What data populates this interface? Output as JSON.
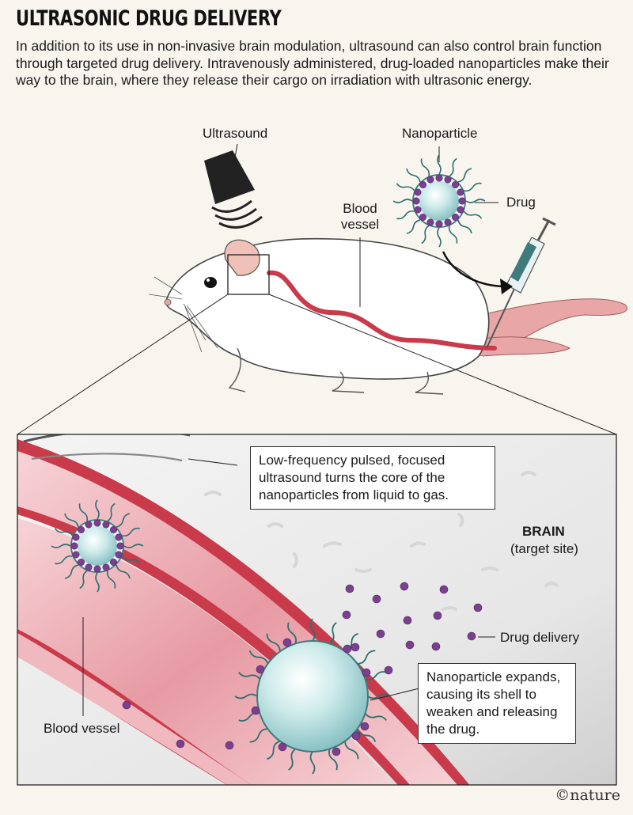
{
  "title": "ULTRASONIC DRUG DELIVERY",
  "intro": "In addition to its use in non-invasive brain modulation, ultrasound can also control brain function through targeted drug delivery. Intravenously administered, drug-loaded nanoparticles make their way to the brain, where they release their cargo on irradiation with ultrasonic energy.",
  "labels": {
    "ultrasound": "Ultrasound",
    "nanoparticle": "Nanoparticle",
    "drug": "Drug",
    "blood_vessel_top_1": "Blood",
    "blood_vessel_top_2": "vessel",
    "brain": "BRAIN",
    "target_site": "(target site)",
    "drug_delivery": "Drug delivery",
    "blood_vessel_bottom": "Blood vessel"
  },
  "callouts": {
    "ultrasound_core": "Low-frequency pulsed, focused ultrasound turns the core of the nanoparticles from liquid to gas.",
    "expands": "Nanoparticle expands, causing its shell to weaken and releasing the drug."
  },
  "credit": "©nature",
  "colors": {
    "vessel": "#c93a4a",
    "vessel_light": "#f1c7cc",
    "particle_core": "#bfe3e3",
    "particle_dot": "#7b3f8f",
    "tentacle": "#2f6e6e",
    "tail": "#e8a7a6"
  }
}
